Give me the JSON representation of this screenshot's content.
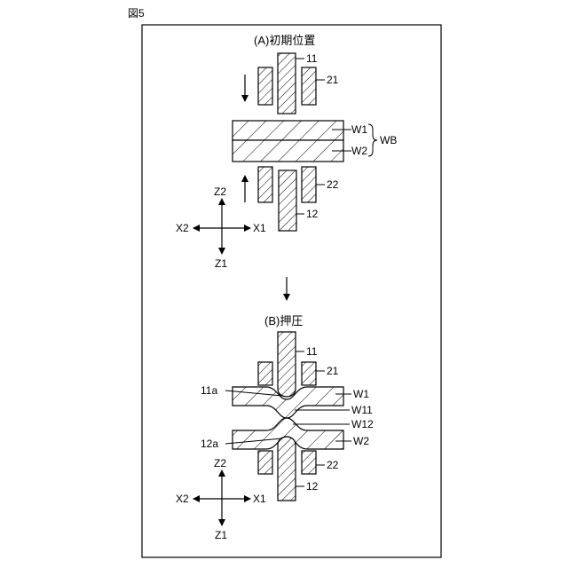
{
  "figure_label": "図5",
  "panel_a": {
    "title": "(A)初期位置",
    "labels": {
      "electrode_upper": "11",
      "electrode_lower": "12",
      "holder_upper": "21",
      "holder_lower": "22",
      "sheet_upper": "W1",
      "sheet_lower": "W2",
      "stack": "WB"
    },
    "axes": {
      "z_up": "Z2",
      "z_down": "Z1",
      "x_left": "X2",
      "x_right": "X1"
    }
  },
  "panel_b": {
    "title": "(B)押圧",
    "labels": {
      "electrode_upper": "11",
      "electrode_lower": "12",
      "holder_upper": "21",
      "holder_lower": "22",
      "sheet_upper": "W1",
      "sheet_lower": "W2",
      "tip_upper": "11a",
      "tip_lower": "12a",
      "deform_upper": "W11",
      "deform_lower": "W12"
    },
    "axes": {
      "z_up": "Z2",
      "z_down": "Z1",
      "x_left": "X2",
      "x_right": "X1"
    }
  }
}
